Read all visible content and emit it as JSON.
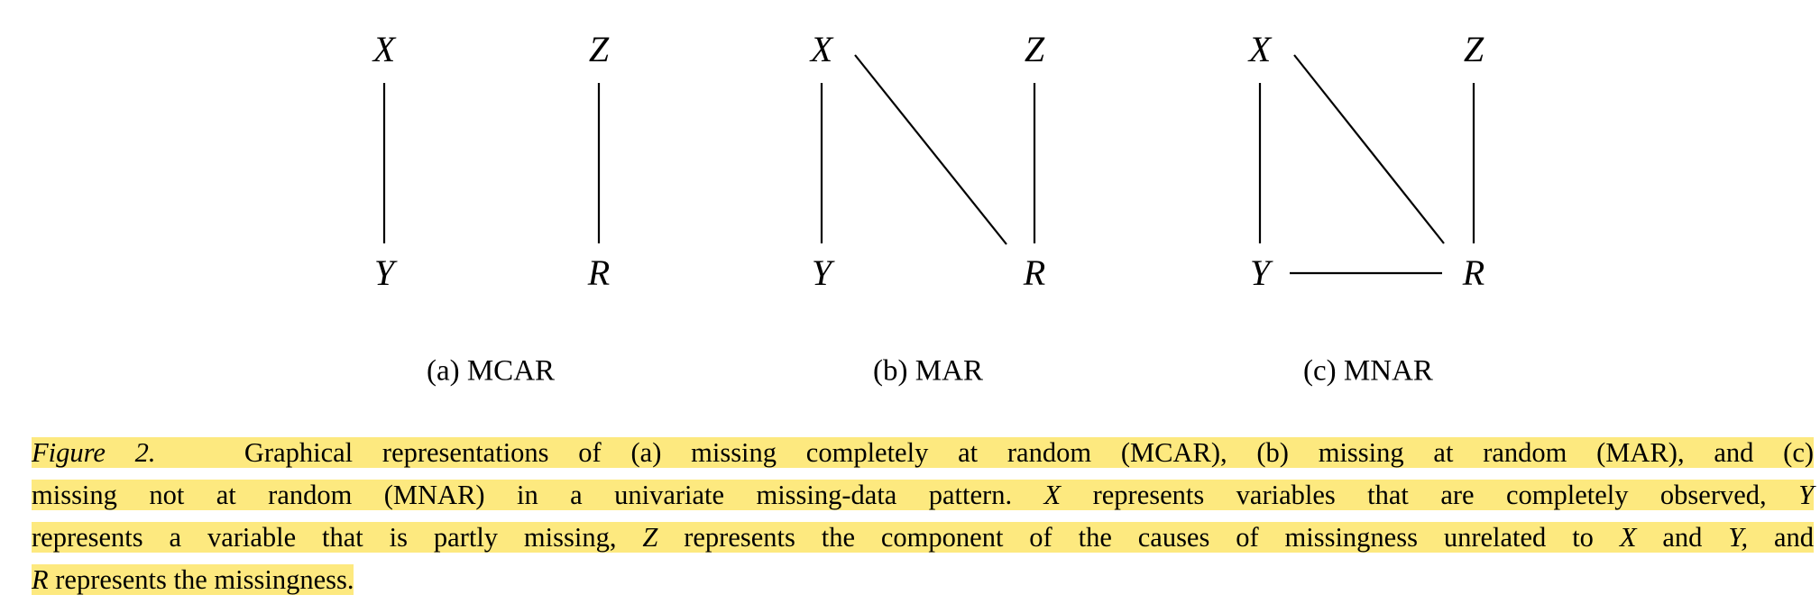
{
  "panels": [
    {
      "label": "(a) MCAR",
      "nodes": {
        "X": "X",
        "Y": "Y",
        "Z": "Z",
        "R": "R"
      },
      "edges": [
        [
          "X",
          "Y"
        ],
        [
          "Z",
          "R"
        ]
      ]
    },
    {
      "label": "(b) MAR",
      "nodes": {
        "X": "X",
        "Y": "Y",
        "Z": "Z",
        "R": "R"
      },
      "edges": [
        [
          "X",
          "Y"
        ],
        [
          "Z",
          "R"
        ],
        [
          "X",
          "R"
        ]
      ]
    },
    {
      "label": "(c) MNAR",
      "nodes": {
        "X": "X",
        "Y": "Y",
        "Z": "Z",
        "R": "R"
      },
      "edges": [
        [
          "X",
          "Y"
        ],
        [
          "Z",
          "R"
        ],
        [
          "X",
          "R"
        ],
        [
          "Y",
          "R"
        ]
      ]
    }
  ],
  "caption": {
    "figure_label": "Figure 2.",
    "line1": "Graphical representations of (a) missing completely at random (MCAR), (b) missing at random (MAR), and (c)",
    "line2a": "missing not at random (MNAR) in a univariate missing-data pattern.",
    "line2_x": "X",
    "line2b": "represents variables that are completely observed,",
    "line2_y": "Y",
    "line3a": "represents a variable that is partly missing,",
    "line3_z": "Z",
    "line3b": "represents the component of the causes of missingness unrelated to",
    "line3_x": "X",
    "line3c": "and",
    "line3_y": "Y,",
    "line3d": "and",
    "line4_r": "R",
    "line4b": "represents the missingness."
  },
  "colors": {
    "highlight": "#fde97f"
  }
}
